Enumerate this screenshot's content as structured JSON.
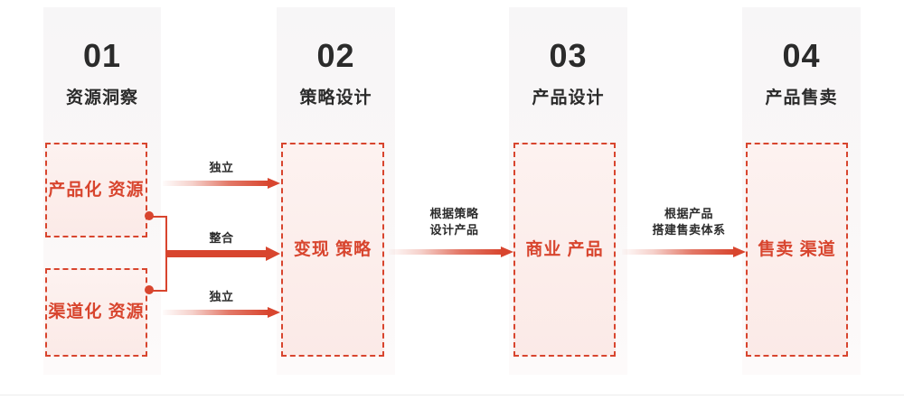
{
  "diagram": {
    "type": "flow",
    "accent_color": "#d8452e",
    "node_fill": "#fbeee c",
    "text_dark": "#2b2b2b",
    "background": "#ffffff",
    "columns": [
      {
        "number": "01",
        "title": "资源洞察",
        "nodes": [
          {
            "label": "产品化\n资源"
          },
          {
            "label": "渠道化\n资源"
          }
        ]
      },
      {
        "number": "02",
        "title": "策略设计",
        "nodes": [
          {
            "label": "变现\n策略"
          }
        ]
      },
      {
        "number": "03",
        "title": "产品设计",
        "nodes": [
          {
            "label": "商业\n产品"
          }
        ]
      },
      {
        "number": "04",
        "title": "产品售卖",
        "nodes": [
          {
            "label": "售卖\n渠道"
          }
        ]
      }
    ],
    "connectors": [
      {
        "id": "c1",
        "label": "独立",
        "style": "gradient",
        "from": "产品化资源",
        "to": "变现策略"
      },
      {
        "id": "c2",
        "label": "整合",
        "style": "solid-bracket",
        "from": "产品化资源 + 渠道化资源",
        "to": "变现策略"
      },
      {
        "id": "c3",
        "label": "独立",
        "style": "gradient",
        "from": "渠道化资源",
        "to": "变现策略"
      },
      {
        "id": "c4",
        "label": "根据策略\n设计产品",
        "style": "gradient",
        "from": "变现策略",
        "to": "商业产品"
      },
      {
        "id": "c5",
        "label": "根据产品\n搭建售卖体系",
        "style": "gradient",
        "from": "商业产品",
        "to": "售卖渠道"
      }
    ]
  }
}
